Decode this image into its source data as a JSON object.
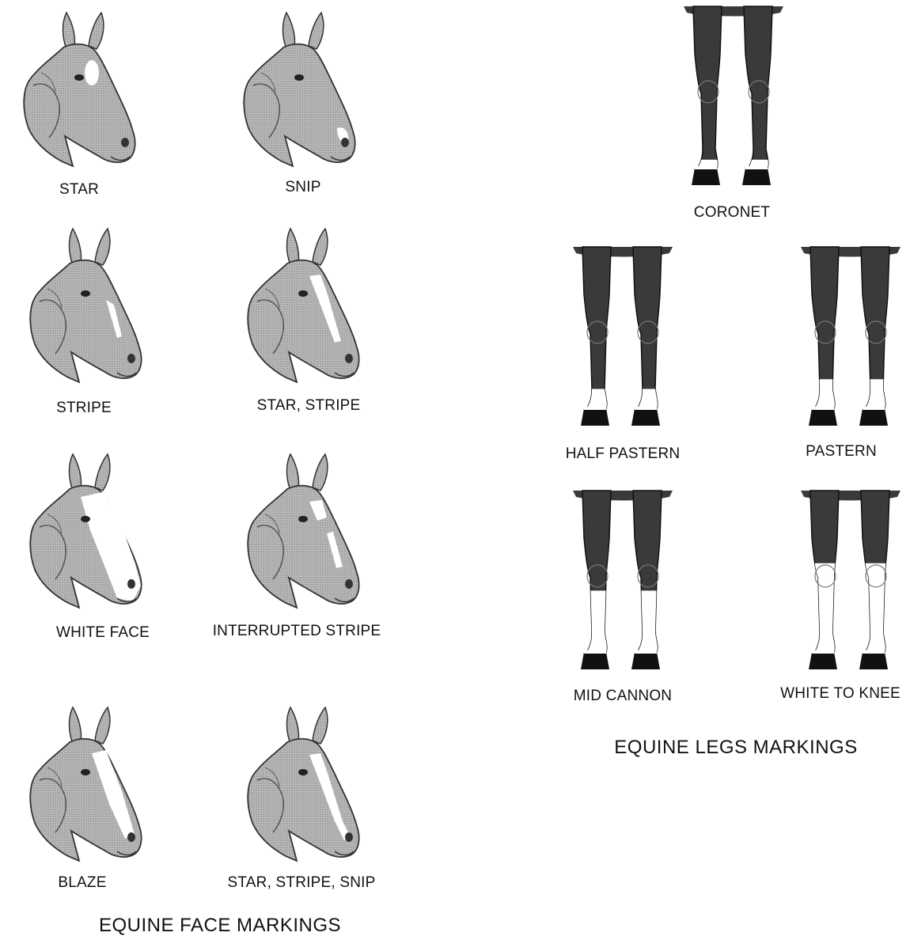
{
  "face": {
    "title": "EQUINE FACE MARKINGS",
    "items": [
      {
        "label": "STAR",
        "marking": "star"
      },
      {
        "label": "SNIP",
        "marking": "snip"
      },
      {
        "label": "STRIPE",
        "marking": "stripe"
      },
      {
        "label": "STAR, STRIPE",
        "marking": "star-stripe"
      },
      {
        "label": "WHITE FACE",
        "marking": "white-face"
      },
      {
        "label": "INTERRUPTED STRIPE",
        "marking": "interrupted-stripe"
      },
      {
        "label": "BLAZE",
        "marking": "blaze"
      },
      {
        "label": "STAR, STRIPE, SNIP",
        "marking": "star-stripe-snip"
      }
    ]
  },
  "legs": {
    "title": "EQUINE LEGS MARKINGS",
    "items": [
      {
        "label": "CORONET",
        "white_level": 0.05
      },
      {
        "label": "HALF PASTERN",
        "white_level": 0.12
      },
      {
        "label": "PASTERN",
        "white_level": 0.18
      },
      {
        "label": "MID CANNON",
        "white_level": 0.38
      },
      {
        "label": "WHITE TO KNEE",
        "white_level": 0.55
      }
    ]
  },
  "colors": {
    "coat": "#b9b9b9",
    "coat_dark": "#6e6e6e",
    "leg": "#3a3a3a",
    "white": "#ffffff",
    "hoof": "#111111"
  }
}
